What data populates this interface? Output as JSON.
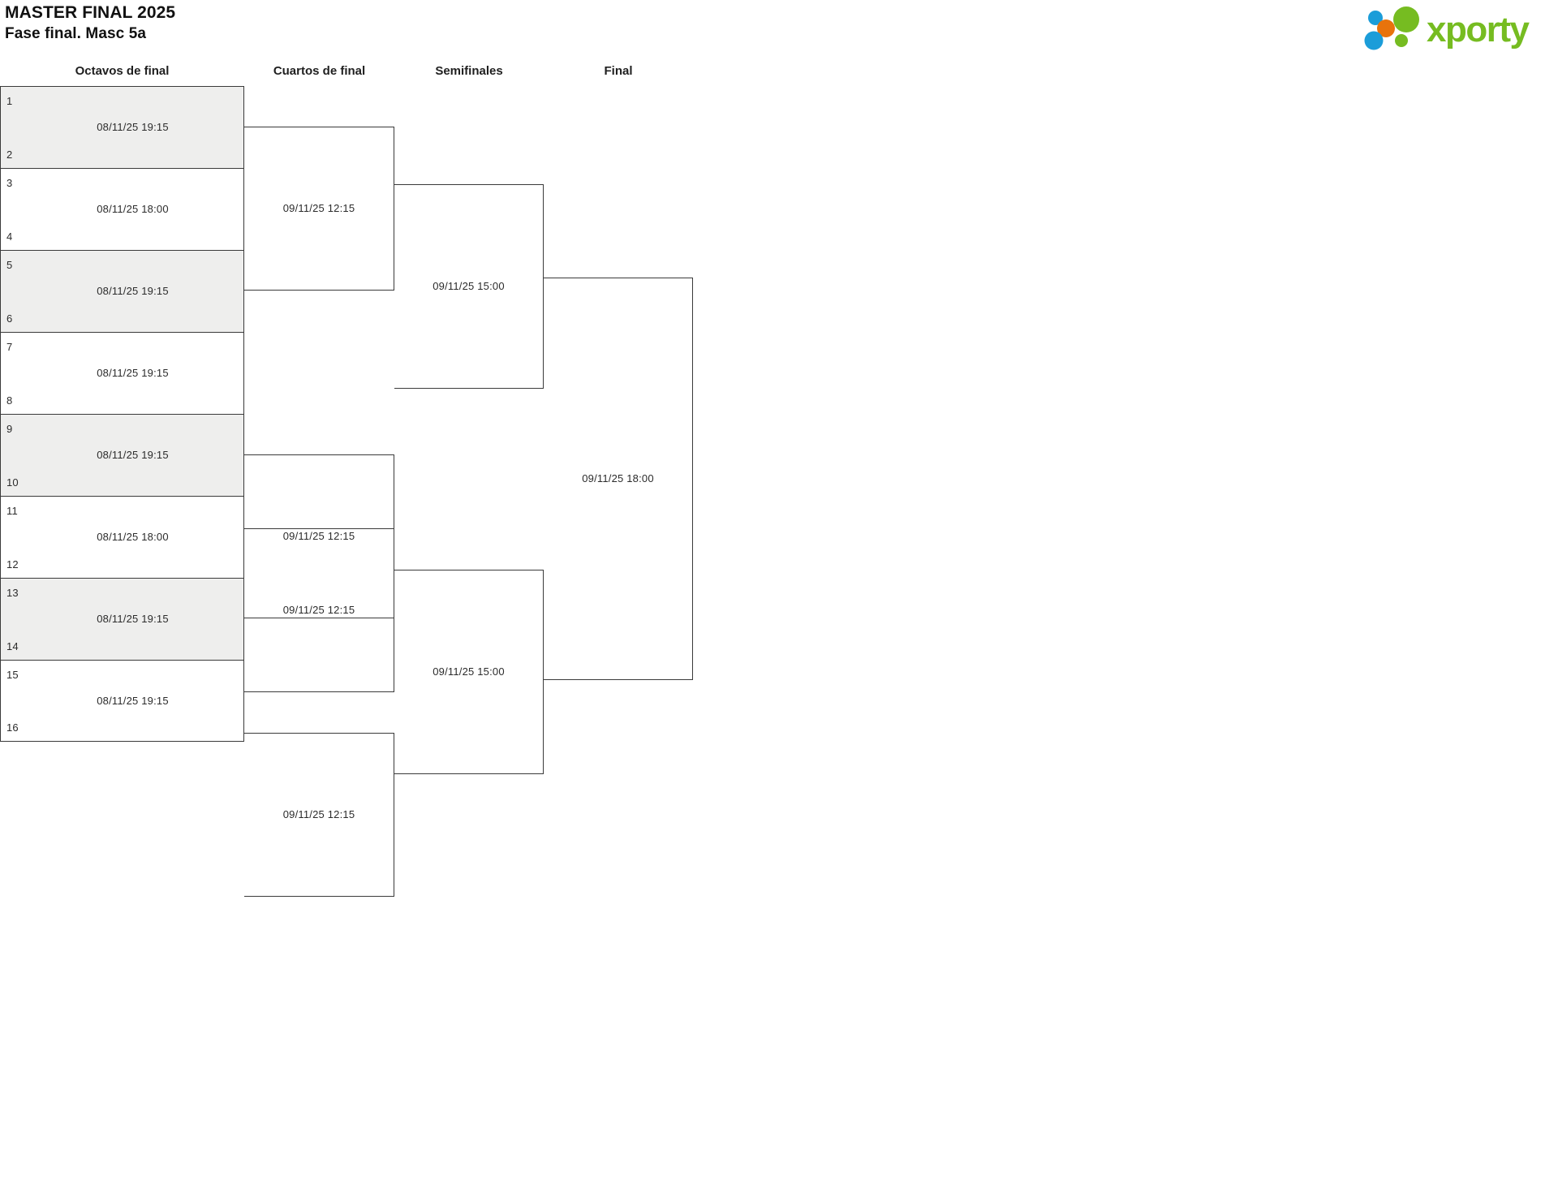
{
  "header": {
    "title": "MASTER FINAL 2025",
    "subtitle": "Fase final. Masc 5a",
    "logo": {
      "wordmark": "xporty",
      "colors": {
        "green": "#76bc21",
        "blue": "#1b9dd9",
        "orange": "#e8730c"
      }
    }
  },
  "rounds": [
    {
      "id": "r16",
      "label": "Octavos de final"
    },
    {
      "id": "qf",
      "label": "Cuartos de final"
    },
    {
      "id": "sf",
      "label": "Semifinales"
    },
    {
      "id": "f",
      "label": "Final"
    }
  ],
  "round_of_16": [
    {
      "seed_top": "1",
      "seed_bottom": "2",
      "time": "08/11/25 19:15",
      "shaded": true
    },
    {
      "seed_top": "3",
      "seed_bottom": "4",
      "time": "08/11/25 18:00",
      "shaded": false
    },
    {
      "seed_top": "5",
      "seed_bottom": "6",
      "time": "08/11/25 19:15",
      "shaded": true
    },
    {
      "seed_top": "7",
      "seed_bottom": "8",
      "time": "08/11/25 19:15",
      "shaded": false
    },
    {
      "seed_top": "9",
      "seed_bottom": "10",
      "time": "08/11/25 19:15",
      "shaded": true
    },
    {
      "seed_top": "11",
      "seed_bottom": "12",
      "time": "08/11/25 18:00",
      "shaded": false
    },
    {
      "seed_top": "13",
      "seed_bottom": "14",
      "time": "08/11/25 19:15",
      "shaded": true
    },
    {
      "seed_top": "15",
      "seed_bottom": "16",
      "time": "08/11/25 19:15",
      "shaded": false
    }
  ],
  "quarter_finals": [
    {
      "time": "09/11/25 12:15"
    },
    {
      "time": "09/11/25 12:15"
    },
    {
      "time": "09/11/25 12:15"
    },
    {
      "time": "09/11/25 12:15"
    }
  ],
  "semi_finals": [
    {
      "time": "09/11/25 15:00"
    },
    {
      "time": "09/11/25 15:00"
    }
  ],
  "final": [
    {
      "time": "09/11/25 18:00"
    }
  ]
}
